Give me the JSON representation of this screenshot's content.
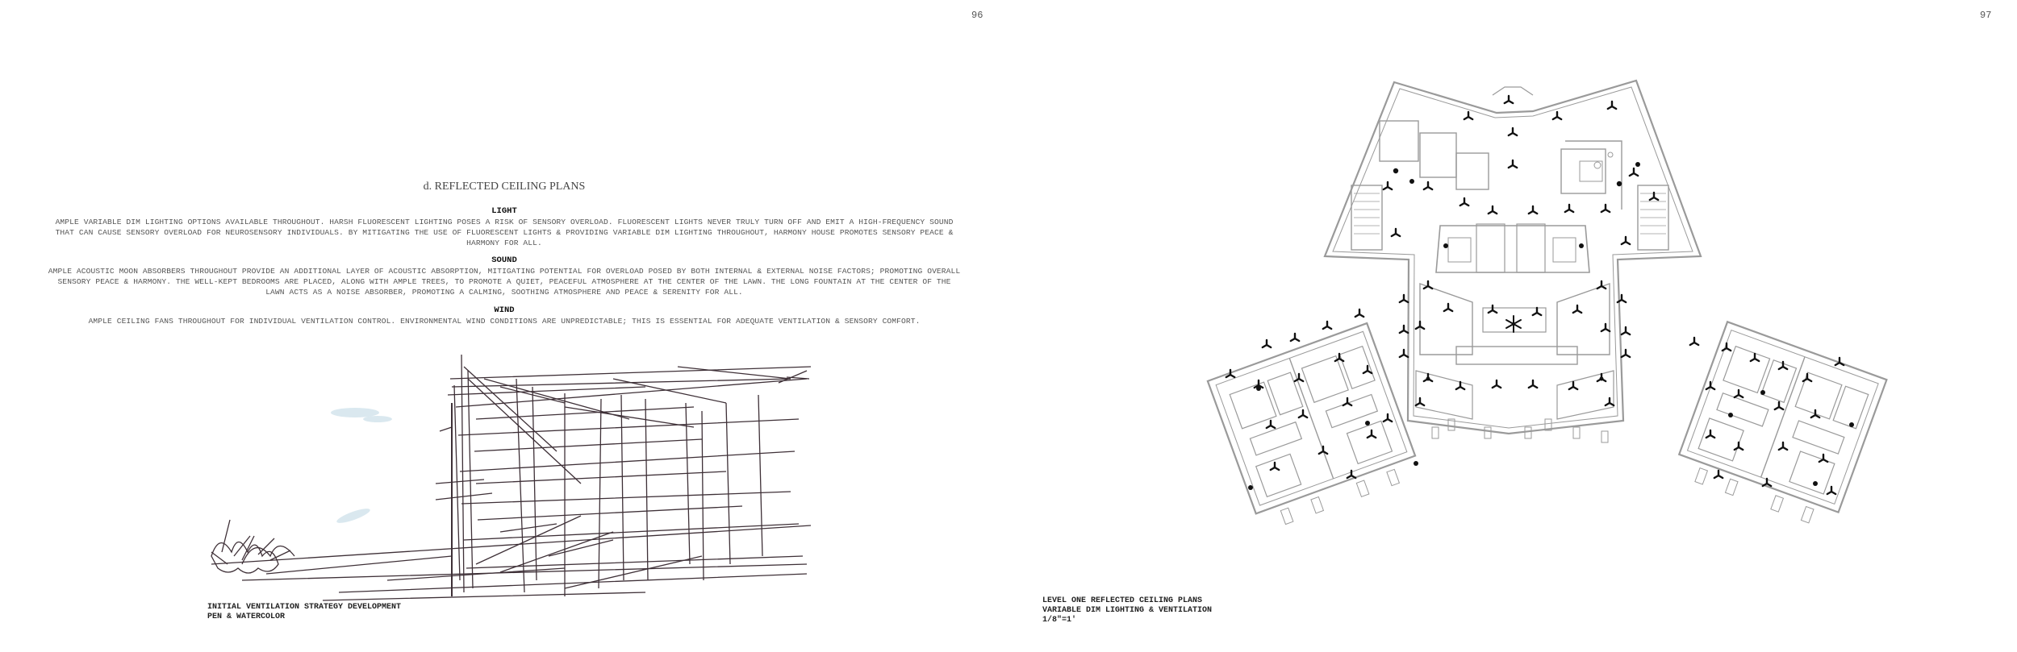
{
  "pages": {
    "left_number": "96",
    "right_number": "97"
  },
  "document": {
    "title": "d. REFLECTED CEILING PLANS",
    "sections": [
      {
        "heading": "LIGHT",
        "lines": [
          "AMPLE VARIABLE DIM LIGHTING OPTIONS AVAILABLE THROUGHOUT. HARSH FLUORESCENT LIGHTING POSES A RISK OF SENSORY OVERLOAD. FLUORESCENT LIGHTS NEVER TRULY TURN OFF AND EMIT A HIGH-FREQUENCY SOUND",
          "THAT CAN CAUSE SENSORY OVERLOAD FOR NEUROSENSORY INDIVIDUALS. BY MITIGATING THE USE OF FLUORESCENT LIGHTS & PROVIDING VARIABLE DIM LIGHTING THROUGHOUT, HARMONY HOUSE PROMOTES SENSORY PEACE &",
          "HARMONY FOR ALL."
        ]
      },
      {
        "heading": "SOUND",
        "lines": [
          "AMPLE ACOUSTIC MOON ABSORBERS THROUGHOUT PROVIDE AN ADDITIONAL LAYER OF ACOUSTIC ABSORPTION, MITIGATING POTENTIAL FOR OVERLOAD POSED BY BOTH INTERNAL & EXTERNAL NOISE FACTORS; PROMOTING OVERALL",
          "SENSORY PEACE & HARMONY. THE WELL-KEPT BEDROOMS ARE PLACED, ALONG WITH AMPLE TREES, TO PROMOTE A QUIET, PEACEFUL ATMOSPHERE AT THE CENTER OF THE LAWN. THE LONG FOUNTAIN AT THE CENTER OF THE",
          "LAWN ACTS AS A NOISE ABSORBER, PROMOTING A CALMING, SOOTHING ATMOSPHERE AND PEACE & SERENITY FOR ALL."
        ]
      },
      {
        "heading": "WIND",
        "lines": [
          "AMPLE CEILING FANS THROUGHOUT FOR INDIVIDUAL VENTILATION CONTROL. ENVIRONMENTAL WIND CONDITIONS ARE UNPREDICTABLE; THIS IS ESSENTIAL FOR ADEQUATE VENTILATION & SENSORY COMFORT."
        ]
      }
    ]
  },
  "sketch_caption": {
    "line1": "INITIAL VENTILATION STRATEGY DEVELOPMENT",
    "line2": "PEN & WATERCOLOR"
  },
  "plan_caption": {
    "line1": "LEVEL ONE REFLECTED CEILING PLANS",
    "line2": "VARIABLE DIM LIGHTING & VENTILATION",
    "line3": "1/8\"=1'"
  },
  "colors": {
    "wall": "#9a9a9a",
    "fixture": "#111111",
    "ink": "#2a1a22",
    "watercolor": "#bcd7e3"
  }
}
